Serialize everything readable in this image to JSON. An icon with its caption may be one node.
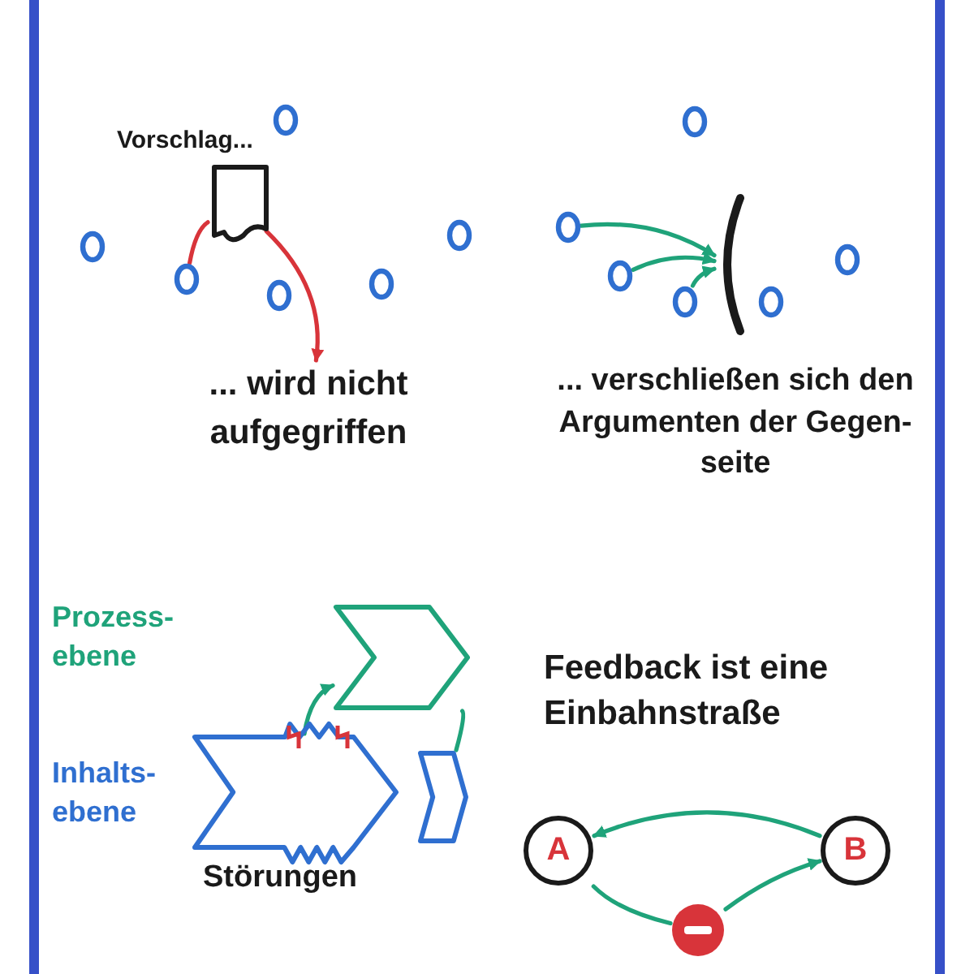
{
  "diagram": {
    "nodes": [
      {
        "text": [],
        "shape": "circle"
      },
      {
        "text": [
          "Vorschlag..."
        ]
      },
      {
        "text": [],
        "shape": "circle"
      },
      {
        "text": [],
        "shape": "circle"
      },
      {
        "text": [],
        "shape": "circle"
      },
      {
        "text": [],
        "shape": "circle"
      },
      {
        "text": [],
        "shape": "circle"
      },
      {
        "text": [
          "... wird nicht aufgegriffen"
        ]
      },
      {
        "text": [],
        "shape": "circle"
      },
      {
        "text": [],
        "shape": "circle"
      },
      {
        "text": [],
        "shape": "circle"
      },
      {
        "text": [],
        "shape": "circle"
      },
      {
        "text": [],
        "shape": "bar"
      },
      {
        "text": [],
        "shape": "circle"
      },
      {
        "text": [],
        "shape": "circle"
      },
      {
        "text": [],
        "shape": "chevron"
      },
      {
        "text": [],
        "shape": "chevron"
      },
      {
        "text": [],
        "shape": "chevron"
      },
      {
        "text": [
          "A"
        ]
      },
      {
        "text": [
          "B"
        ]
      },
      {
        "text": [],
        "shape": "circle"
      }
    ],
    "edges": [
      {
        "from": 3,
        "to": 1,
        "arrow": "none",
        "color": "#d8343a"
      },
      {
        "from": 1,
        "to": 7,
        "arrow": "to",
        "color": "#d8343a"
      },
      {
        "from": 9,
        "to": 12,
        "arrow": "to"
      },
      {
        "from": 10,
        "to": 12,
        "arrow": "to"
      },
      {
        "from": 11,
        "to": 12,
        "arrow": "to"
      },
      {
        "from": 16,
        "to": 15,
        "arrow": "to"
      },
      {
        "from": 15,
        "to": 17,
        "arrow": "none"
      },
      {
        "from": 19,
        "to": 18,
        "arrow": "to"
      },
      {
        "from": 18,
        "to": 20,
        "arrow": "none"
      },
      {
        "from": 20,
        "to": 19,
        "arrow": "to"
      }
    ],
    "labels": [
      "... verschließen sich den Argumenten der Gegen- seite",
      "Prozess- ebene",
      "Inhalts- ebene",
      "Störungen",
      "Feedback ist eine Einbahnstraße"
    ]
  }
}
